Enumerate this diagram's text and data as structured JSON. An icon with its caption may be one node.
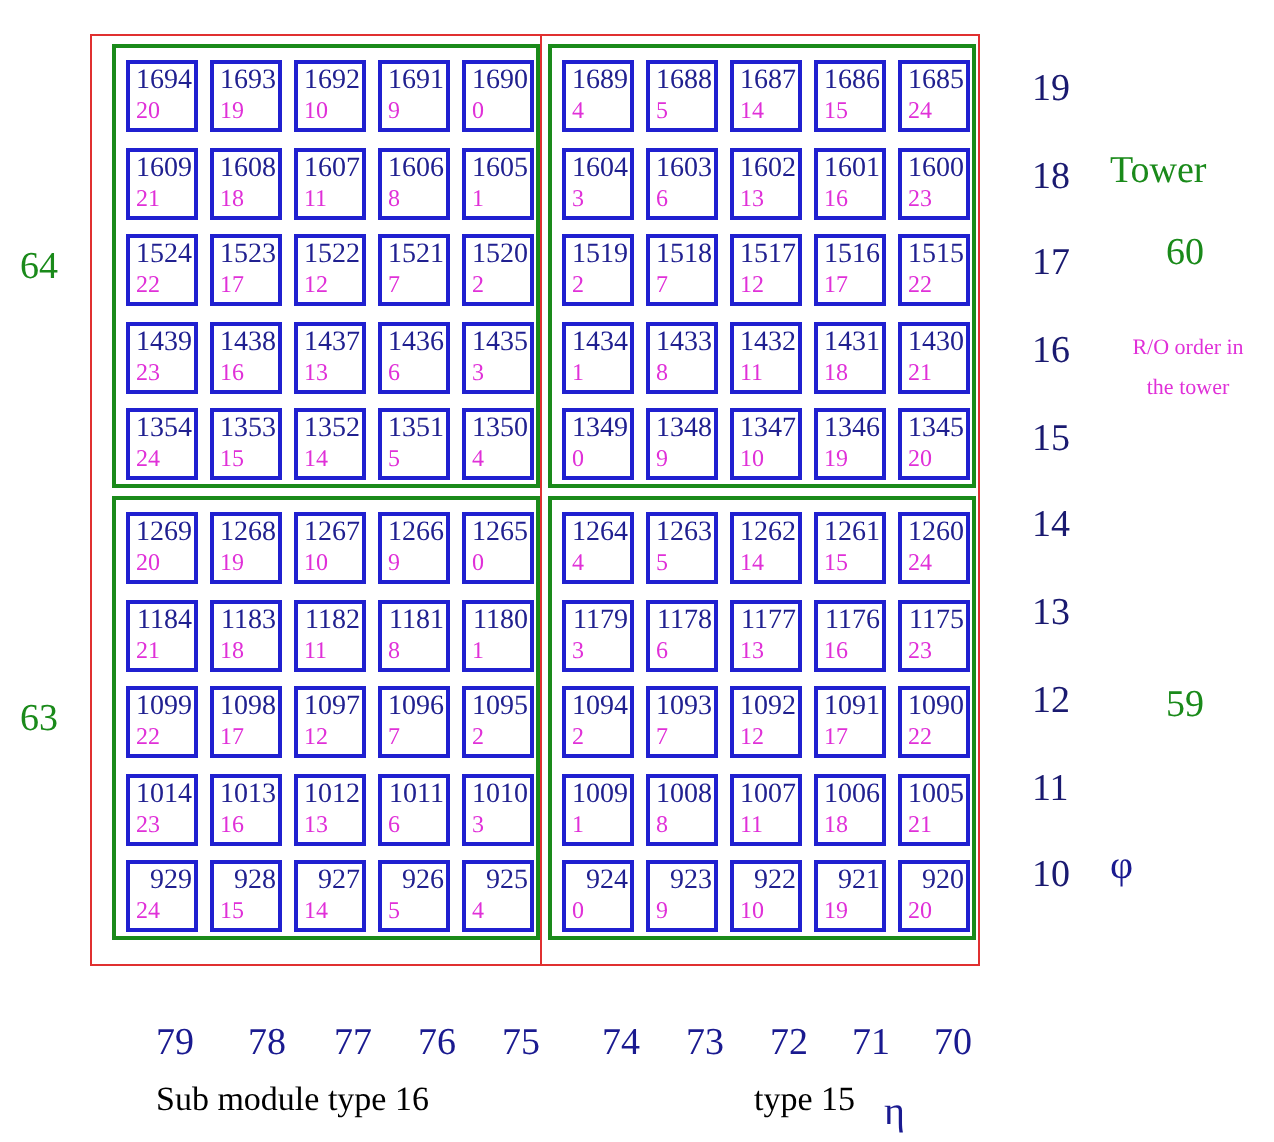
{
  "diagram": {
    "nodes": [
      {
        "text": [
          "Sub module type 16"
        ]
      },
      {
        "text": [
          "64"
        ],
        "in": 0
      },
      {
        "text": [
          "1694",
          "20"
        ],
        "in": 1
      },
      {
        "text": [
          "1693",
          "19"
        ],
        "in": 1
      },
      {
        "text": [
          "1692",
          "10"
        ],
        "in": 1
      },
      {
        "text": [
          "1691",
          "9"
        ],
        "in": 1
      },
      {
        "text": [
          "1690",
          "0"
        ],
        "in": 1
      },
      {
        "text": [
          "1609",
          "21"
        ],
        "in": 1
      },
      {
        "text": [
          "1608",
          "18"
        ],
        "in": 1
      },
      {
        "text": [
          "1607",
          "11"
        ],
        "in": 1
      },
      {
        "text": [
          "1606",
          "8"
        ],
        "in": 1
      },
      {
        "text": [
          "1605",
          "1"
        ],
        "in": 1
      },
      {
        "text": [
          "1524",
          "22"
        ],
        "in": 1
      },
      {
        "text": [
          "1523",
          "17"
        ],
        "in": 1
      },
      {
        "text": [
          "1522",
          "12"
        ],
        "in": 1
      },
      {
        "text": [
          "1521",
          "7"
        ],
        "in": 1
      },
      {
        "text": [
          "1520",
          "2"
        ],
        "in": 1
      },
      {
        "text": [
          "1439",
          "23"
        ],
        "in": 1
      },
      {
        "text": [
          "1438",
          "16"
        ],
        "in": 1
      },
      {
        "text": [
          "1437",
          "13"
        ],
        "in": 1
      },
      {
        "text": [
          "1436",
          "6"
        ],
        "in": 1
      },
      {
        "text": [
          "1435",
          "3"
        ],
        "in": 1
      },
      {
        "text": [
          "1354",
          "24"
        ],
        "in": 1
      },
      {
        "text": [
          "1353",
          "15"
        ],
        "in": 1
      },
      {
        "text": [
          "1352",
          "14"
        ],
        "in": 1
      },
      {
        "text": [
          "1351",
          "5"
        ],
        "in": 1
      },
      {
        "text": [
          "1350",
          "4"
        ],
        "in": 1
      },
      {
        "text": [
          "63"
        ],
        "in": 0
      },
      {
        "text": [
          "1269",
          "20"
        ],
        "in": 27
      },
      {
        "text": [
          "1268",
          "19"
        ],
        "in": 27
      },
      {
        "text": [
          "1267",
          "10"
        ],
        "in": 27
      },
      {
        "text": [
          "1266",
          "9"
        ],
        "in": 27
      },
      {
        "text": [
          "1265",
          "0"
        ],
        "in": 27
      },
      {
        "text": [
          "1184",
          "21"
        ],
        "in": 27
      },
      {
        "text": [
          "1183",
          "18"
        ],
        "in": 27
      },
      {
        "text": [
          "1182",
          "11"
        ],
        "in": 27
      },
      {
        "text": [
          "1181",
          "8"
        ],
        "in": 27
      },
      {
        "text": [
          "1180",
          "1"
        ],
        "in": 27
      },
      {
        "text": [
          "1099",
          "22"
        ],
        "in": 27
      },
      {
        "text": [
          "1098",
          "17"
        ],
        "in": 27
      },
      {
        "text": [
          "1097",
          "12"
        ],
        "in": 27
      },
      {
        "text": [
          "1096",
          "7"
        ],
        "in": 27
      },
      {
        "text": [
          "1095",
          "2"
        ],
        "in": 27
      },
      {
        "text": [
          "1014",
          "23"
        ],
        "in": 27
      },
      {
        "text": [
          "1013",
          "16"
        ],
        "in": 27
      },
      {
        "text": [
          "1012",
          "13"
        ],
        "in": 27
      },
      {
        "text": [
          "1011",
          "6"
        ],
        "in": 27
      },
      {
        "text": [
          "1010",
          "3"
        ],
        "in": 27
      },
      {
        "text": [
          "929",
          "24"
        ],
        "in": 27
      },
      {
        "text": [
          "928",
          "15"
        ],
        "in": 27
      },
      {
        "text": [
          "927",
          "14"
        ],
        "in": 27
      },
      {
        "text": [
          "926",
          "5"
        ],
        "in": 27
      },
      {
        "text": [
          "925",
          "4"
        ],
        "in": 27
      },
      {
        "text": [
          "type 15"
        ]
      },
      {
        "text": [],
        "shape": "box",
        "in": 53
      },
      {
        "text": [
          "1689",
          "4"
        ],
        "in": 54
      },
      {
        "text": [
          "1688",
          "5"
        ],
        "in": 54
      },
      {
        "text": [
          "1687",
          "14"
        ],
        "in": 54
      },
      {
        "text": [
          "1686",
          "15"
        ],
        "in": 54
      },
      {
        "text": [
          "1685",
          "24"
        ],
        "in": 54
      },
      {
        "text": [
          "1604",
          "3"
        ],
        "in": 54
      },
      {
        "text": [
          "1603",
          "6"
        ],
        "in": 54
      },
      {
        "text": [
          "1602",
          "13"
        ],
        "in": 54
      },
      {
        "text": [
          "1601",
          "16"
        ],
        "in": 54
      },
      {
        "text": [
          "1600",
          "23"
        ],
        "in": 54
      },
      {
        "text": [
          "1519",
          "2"
        ],
        "in": 54
      },
      {
        "text": [
          "1518",
          "7"
        ],
        "in": 54
      },
      {
        "text": [
          "1517",
          "12"
        ],
        "in": 54
      },
      {
        "text": [
          "1516",
          "17"
        ],
        "in": 54
      },
      {
        "text": [
          "1515",
          "22"
        ],
        "in": 54
      },
      {
        "text": [
          "1434",
          "1"
        ],
        "in": 54
      },
      {
        "text": [
          "1433",
          "8"
        ],
        "in": 54
      },
      {
        "text": [
          "1432",
          "11"
        ],
        "in": 54
      },
      {
        "text": [
          "1431",
          "18"
        ],
        "in": 54
      },
      {
        "text": [
          "1430",
          "21"
        ],
        "in": 54
      },
      {
        "text": [
          "1349",
          "0"
        ],
        "in": 54
      },
      {
        "text": [
          "1348",
          "9"
        ],
        "in": 54
      },
      {
        "text": [
          "1347",
          "10"
        ],
        "in": 54
      },
      {
        "text": [
          "1346",
          "19"
        ],
        "in": 54
      },
      {
        "text": [
          "1345",
          "20"
        ],
        "in": 54
      },
      {
        "text": [],
        "shape": "box",
        "in": 53
      },
      {
        "text": [
          "1264",
          "4"
        ],
        "in": 80
      },
      {
        "text": [
          "1263",
          "5"
        ],
        "in": 80
      },
      {
        "text": [
          "1262",
          "14"
        ],
        "in": 80
      },
      {
        "text": [
          "1261",
          "15"
        ],
        "in": 80
      },
      {
        "text": [
          "1260",
          "24"
        ],
        "in": 80
      },
      {
        "text": [
          "1179",
          "3"
        ],
        "in": 80
      },
      {
        "text": [
          "1178",
          "6"
        ],
        "in": 80
      },
      {
        "text": [
          "1177",
          "13"
        ],
        "in": 80
      },
      {
        "text": [
          "1176",
          "16"
        ],
        "in": 80
      },
      {
        "text": [
          "1175",
          "23"
        ],
        "in": 80
      },
      {
        "text": [
          "1094",
          "2"
        ],
        "in": 80
      },
      {
        "text": [
          "1093",
          "7"
        ],
        "in": 80
      },
      {
        "text": [
          "1092",
          "12"
        ],
        "in": 80
      },
      {
        "text": [
          "1091",
          "17"
        ],
        "in": 80
      },
      {
        "text": [
          "1090",
          "22"
        ],
        "in": 80
      },
      {
        "text": [
          "1009",
          "1"
        ],
        "in": 80
      },
      {
        "text": [
          "1008",
          "8"
        ],
        "in": 80
      },
      {
        "text": [
          "1007",
          "11"
        ],
        "in": 80
      },
      {
        "text": [
          "1006",
          "18"
        ],
        "in": 80
      },
      {
        "text": [
          "1005",
          "21"
        ],
        "in": 80
      },
      {
        "text": [
          "924",
          "0"
        ],
        "in": 80
      },
      {
        "text": [
          "923",
          "9"
        ],
        "in": 80
      },
      {
        "text": [
          "922",
          "10"
        ],
        "in": 80
      },
      {
        "text": [
          "921",
          "19"
        ],
        "in": 80
      },
      {
        "text": [
          "920",
          "20"
        ],
        "in": 80
      }
    ],
    "labels": [
      "19",
      "18",
      "17",
      "16",
      "15",
      "14",
      "13",
      "12",
      "11",
      "10",
      "φ",
      "Tower",
      "60",
      "R/O order in the tower",
      "59",
      "79",
      "78",
      "77",
      "76",
      "75",
      "74",
      "73",
      "72",
      "71",
      "70",
      "η"
    ]
  }
}
